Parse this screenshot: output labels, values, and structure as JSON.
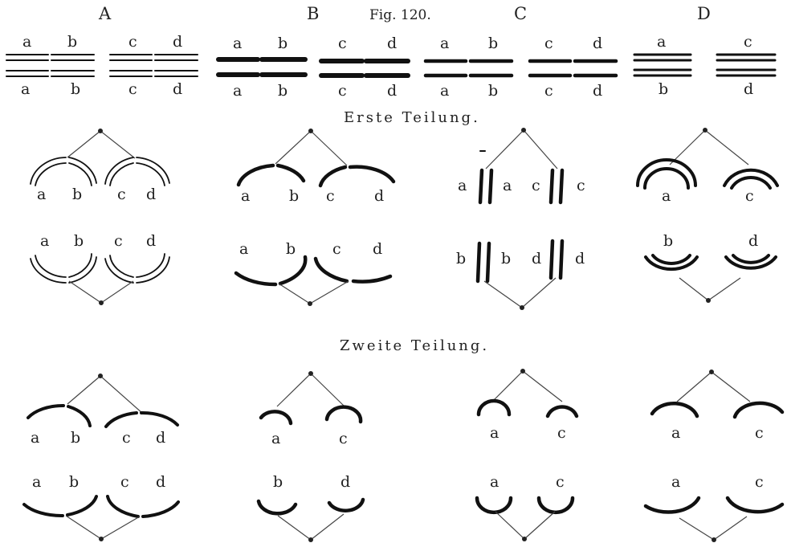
{
  "figure_label": "Fig. 120.",
  "columns": [
    "A",
    "B",
    "C",
    "D"
  ],
  "sections": {
    "first": "Erste Teilung.",
    "second": "Zweite Teilung."
  },
  "letters": {
    "a": "a",
    "b": "b",
    "c": "c",
    "d": "d"
  }
}
